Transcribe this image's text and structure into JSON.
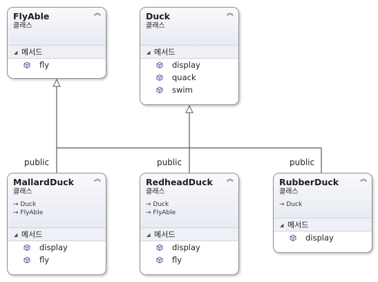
{
  "classes": {
    "flyable": {
      "name": "FlyAble",
      "stereotype": "클래스",
      "section": "메서드",
      "methods": [
        "fly"
      ]
    },
    "duck": {
      "name": "Duck",
      "stereotype": "클래스",
      "section": "메서드",
      "methods": [
        "display",
        "quack",
        "swim"
      ]
    },
    "mallard": {
      "name": "MallardDuck",
      "stereotype": "클래스",
      "inherits": [
        "→ Duck",
        "→ FlyAble"
      ],
      "section": "메서드",
      "methods": [
        "display",
        "fly"
      ]
    },
    "redhead": {
      "name": "RedheadDuck",
      "stereotype": "클래스",
      "inherits": [
        "→ Duck",
        "→ FlyAble"
      ],
      "section": "메서드",
      "methods": [
        "display",
        "fly"
      ]
    },
    "rubber": {
      "name": "RubberDuck",
      "stereotype": "클래스",
      "inherits": [
        "→ Duck"
      ],
      "section": "메서드",
      "methods": [
        "display"
      ]
    }
  },
  "labels": {
    "mallard": "public",
    "redhead": "public",
    "rubber": "public"
  },
  "icons": {
    "collapse": "double-chevron-up-icon",
    "section_toggle": "triangle-collapse-icon",
    "method": "method-cube-icon"
  },
  "colors": {
    "header": "#e8ebf3",
    "section": "#eef0f6",
    "method_icon": "#7b5ea7",
    "connector": "#707070"
  }
}
